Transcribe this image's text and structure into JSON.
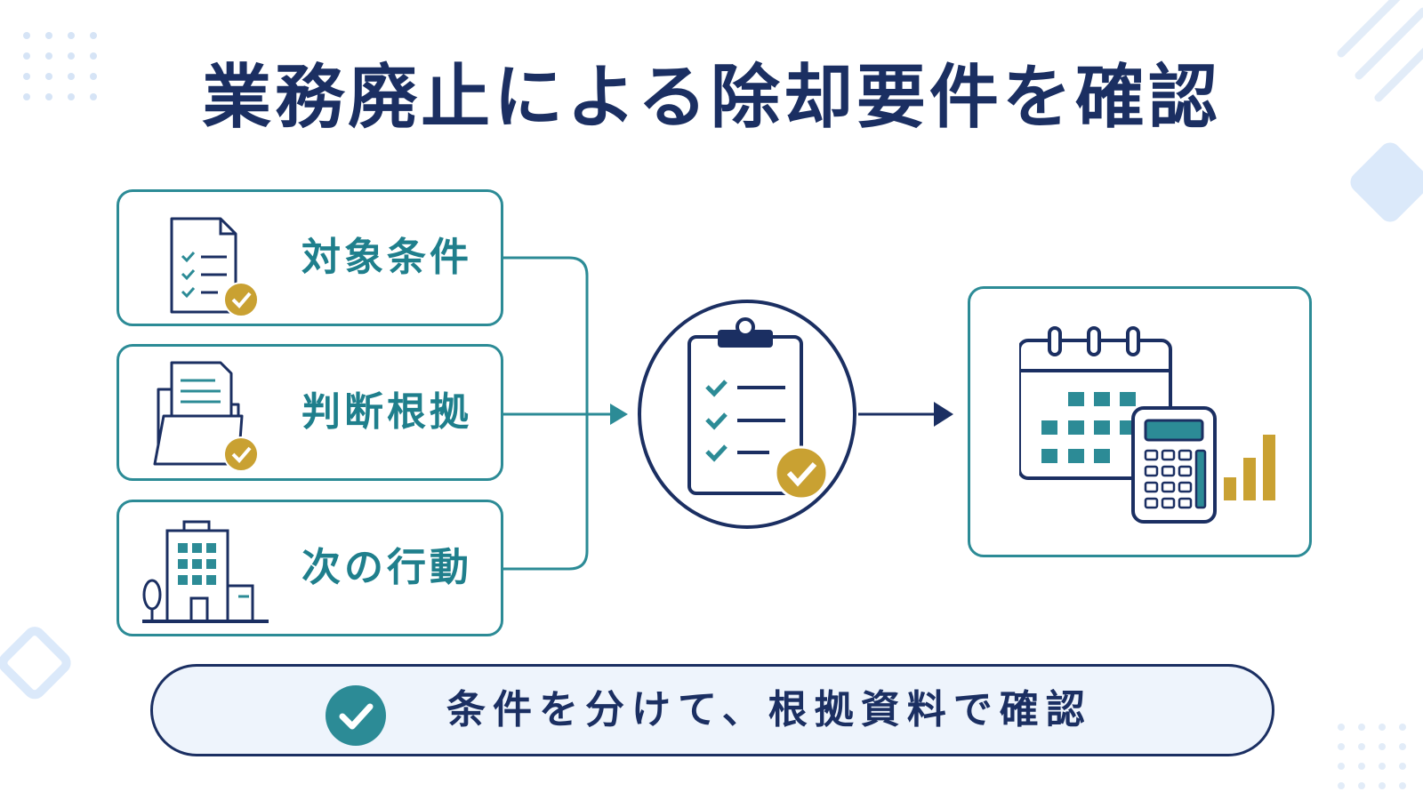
{
  "title": "業務廃止による除却要件を確認",
  "conditions": [
    {
      "label": "対象条件",
      "icon": "checklist-document-icon"
    },
    {
      "label": "判断根拠",
      "icon": "folder-document-icon"
    },
    {
      "label": "次の行動",
      "icon": "office-building-icon"
    }
  ],
  "center_icon": "clipboard-checklist-icon",
  "result_icon": "calendar-calculator-chart-icon",
  "summary": {
    "text": "条件を分けて、根拠資料で確認",
    "icon": "check-circle-icon"
  },
  "colors": {
    "navy": "#1b2f62",
    "teal": "#2c8b96",
    "gold": "#c9a132",
    "light_blue": "#dbe9fa"
  }
}
